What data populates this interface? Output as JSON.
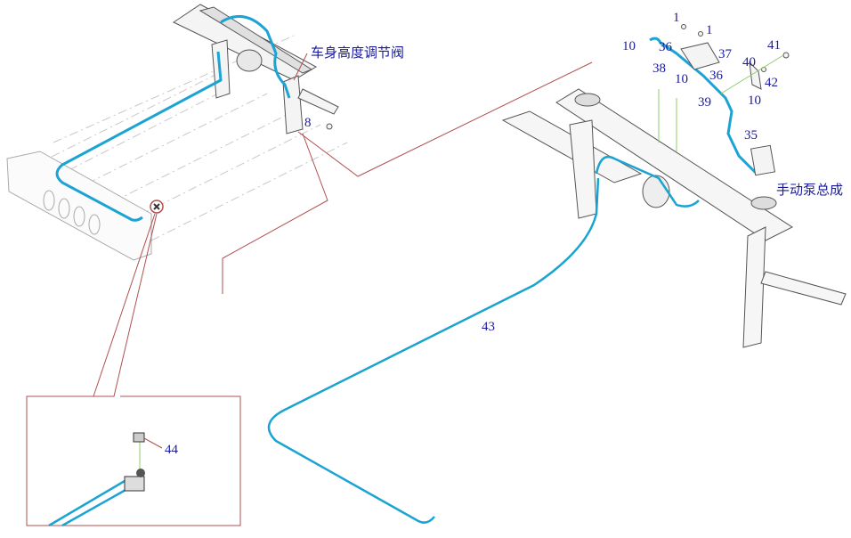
{
  "title": "Cab tilting hydraulic line assembly diagram",
  "colors": {
    "pipe": "#1aa3d3",
    "frame": "#555555",
    "leader": "#b05050",
    "guide": "#8fcc6a",
    "label": "#1a1a9a",
    "ghost": "#bbbbbb"
  },
  "annotations": {
    "height_valve": "车身高度调节阀",
    "hand_pump": "手动泵总成"
  },
  "part_numbers": {
    "p8": "8",
    "p1a": "1",
    "p1b": "1",
    "p10a": "10",
    "p36a": "36",
    "p37": "37",
    "p38": "38",
    "p10b": "10",
    "p36b": "36",
    "p41": "41",
    "p40": "40",
    "p42": "42",
    "p39": "39",
    "p10c": "10",
    "p35": "35",
    "p43": "43",
    "p44": "44"
  }
}
